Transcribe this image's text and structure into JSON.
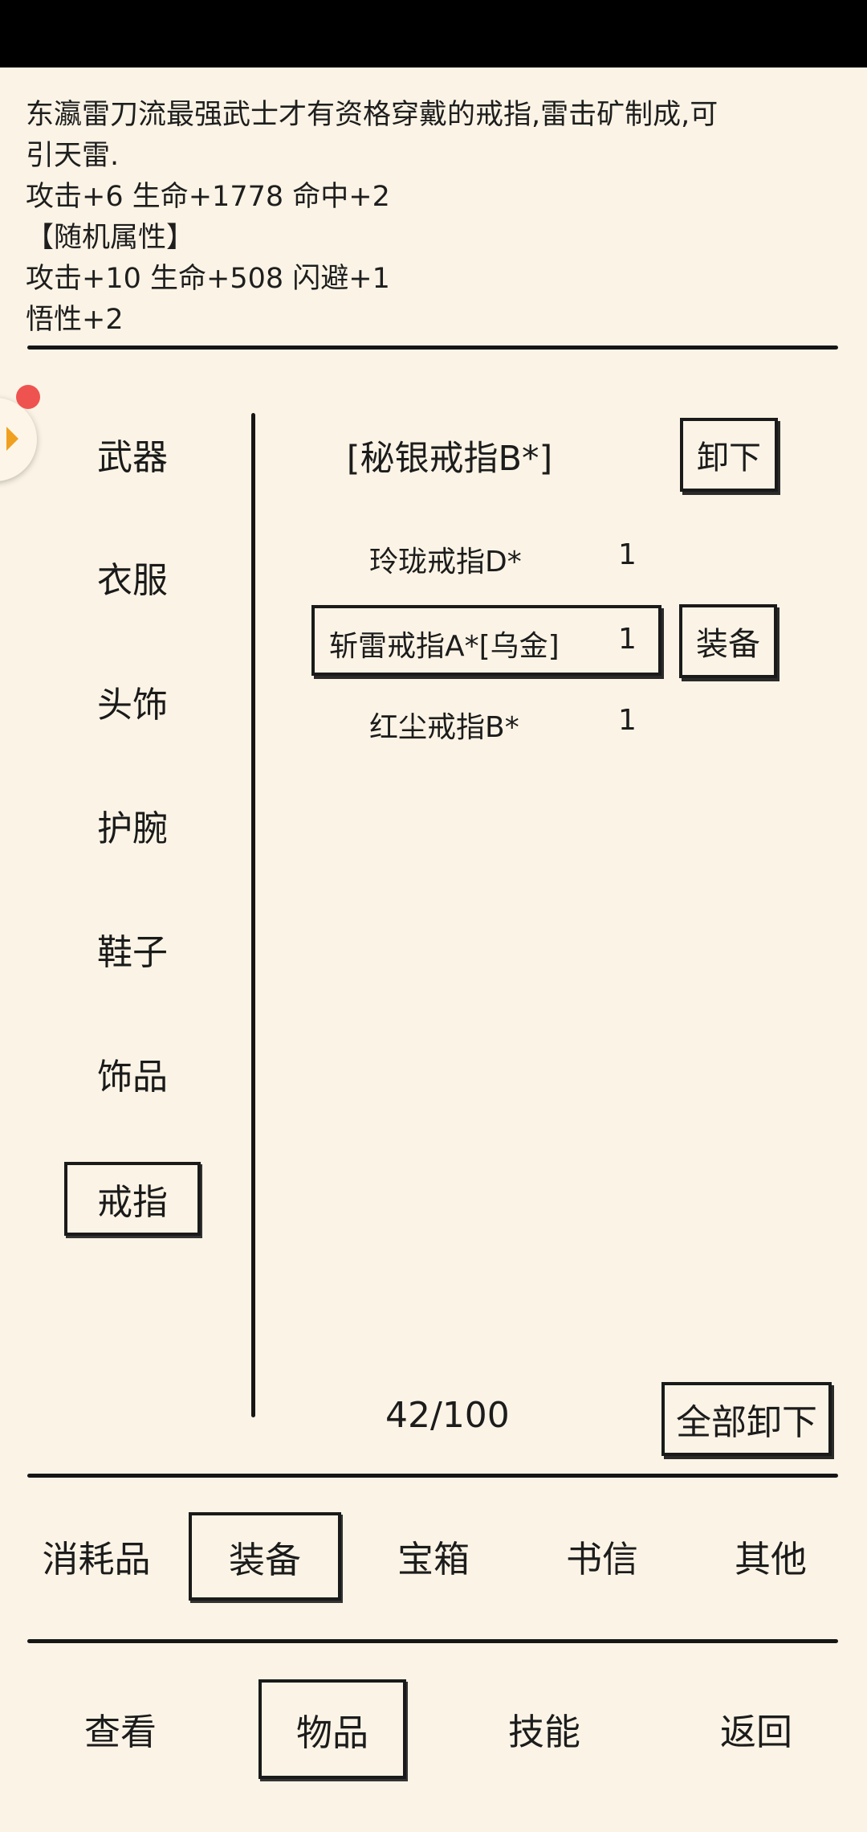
{
  "description": {
    "lines": [
      "东瀛雷刀流最强武士才有资格穿戴的戒指,雷击矿制成,可",
      "引天雷.",
      "攻击+6 生命+1778 命中+2",
      "【随机属性】",
      "攻击+10 生命+508 闪避+1",
      "悟性+2"
    ]
  },
  "categories": [
    "武器",
    "衣服",
    "头饰",
    "护腕",
    "鞋子",
    "饰品",
    "戒指"
  ],
  "selected_category": "戒指",
  "equipped": {
    "name": "[秘银戒指B*]",
    "unequip_label": "卸下"
  },
  "items": [
    {
      "name": "玲珑戒指D*",
      "qty": "1"
    },
    {
      "name": "斩雷戒指A*[乌金]",
      "qty": "1",
      "action": "装备"
    },
    {
      "name": "红尘戒指B*",
      "qty": "1"
    }
  ],
  "capacity": "42/100",
  "unequip_all_label": "全部卸下",
  "item_tabs": [
    "消耗品",
    "装备",
    "宝箱",
    "书信",
    "其他"
  ],
  "selected_item_tab": "装备",
  "bottom_nav": [
    "查看",
    "物品",
    "技能",
    "返回"
  ],
  "selected_bottom_nav": "物品",
  "colors": {
    "background": "#fbf4e6",
    "ink": "#1a1a1a",
    "status_bar": "#000000",
    "notification_dot": "#ef5350",
    "handle_arrow": "#f0a020"
  }
}
